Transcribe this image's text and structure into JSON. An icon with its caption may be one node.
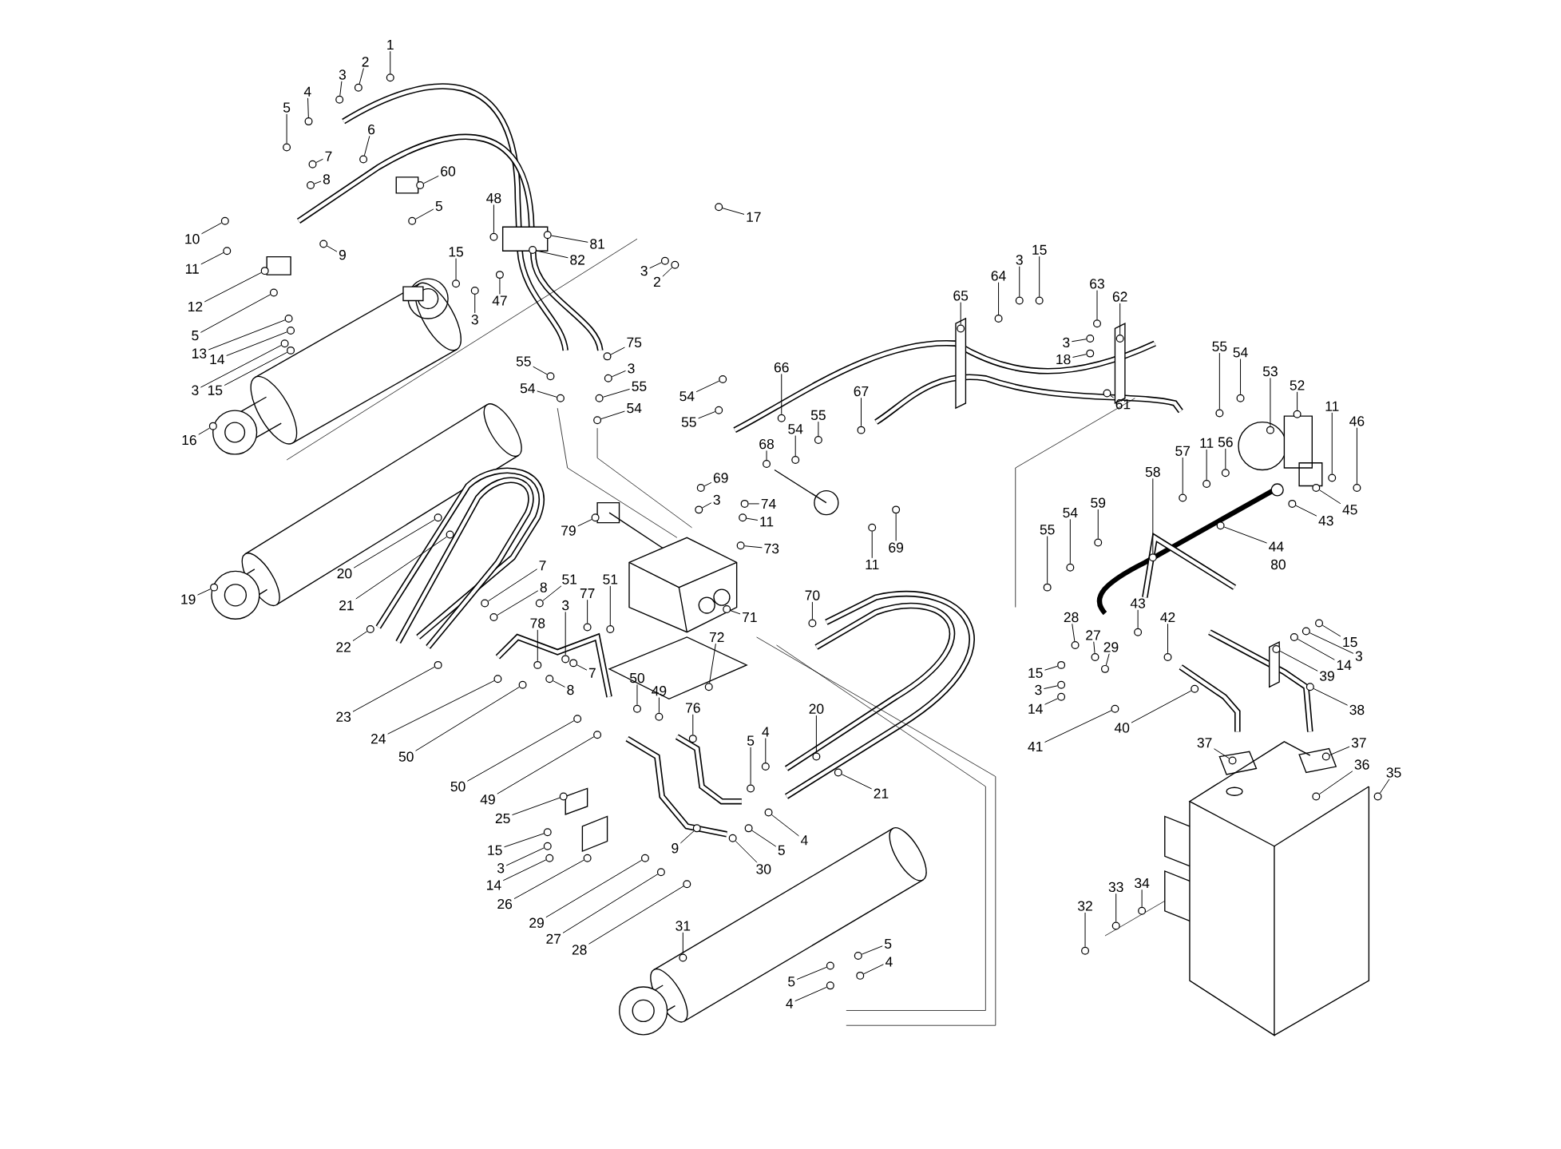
{
  "diagram": {
    "nodes": [
      {
        "text": [
          "1"
        ]
      },
      {
        "text": [
          "2"
        ]
      },
      {
        "text": [
          "3"
        ]
      },
      {
        "text": [
          "4"
        ]
      },
      {
        "text": [
          "5"
        ]
      },
      {
        "text": [
          "6"
        ]
      },
      {
        "text": [
          "7"
        ]
      },
      {
        "text": [
          "8"
        ]
      },
      {
        "text": [
          "60"
        ]
      },
      {
        "text": [
          "5"
        ]
      },
      {
        "text": [
          "10"
        ]
      },
      {
        "text": [
          "11"
        ]
      },
      {
        "text": [
          "9"
        ]
      },
      {
        "text": [
          "48"
        ]
      },
      {
        "text": [
          "81"
        ]
      },
      {
        "text": [
          "82"
        ]
      },
      {
        "text": [
          "17"
        ]
      },
      {
        "text": [
          "3"
        ]
      },
      {
        "text": [
          "2"
        ]
      },
      {
        "text": [
          "15"
        ]
      },
      {
        "text": [
          "47"
        ]
      },
      {
        "text": [
          "3"
        ]
      },
      {
        "text": [
          "12"
        ]
      },
      {
        "text": [
          "5"
        ]
      },
      {
        "text": [
          "13"
        ]
      },
      {
        "text": [
          "14"
        ]
      },
      {
        "text": [
          "3"
        ]
      },
      {
        "text": [
          "15"
        ]
      },
      {
        "text": [
          "16"
        ]
      },
      {
        "text": [
          "55"
        ]
      },
      {
        "text": [
          "54"
        ]
      },
      {
        "text": [
          "75"
        ]
      },
      {
        "text": [
          "3"
        ]
      },
      {
        "text": [
          "55"
        ]
      },
      {
        "text": [
          "54"
        ]
      },
      {
        "text": [
          "54"
        ]
      },
      {
        "text": [
          "55"
        ]
      },
      {
        "text": [
          "66"
        ]
      },
      {
        "text": [
          "67"
        ]
      },
      {
        "text": [
          "55"
        ]
      },
      {
        "text": [
          "54"
        ]
      },
      {
        "text": [
          "68"
        ]
      },
      {
        "text": [
          "69"
        ]
      },
      {
        "text": [
          "3"
        ]
      },
      {
        "text": [
          "74"
        ]
      },
      {
        "text": [
          "11"
        ]
      },
      {
        "text": [
          "73"
        ]
      },
      {
        "text": [
          "79"
        ]
      },
      {
        "text": [
          "11"
        ]
      },
      {
        "text": [
          "69"
        ]
      },
      {
        "text": [
          "70"
        ]
      },
      {
        "text": [
          "71"
        ]
      },
      {
        "text": [
          "72"
        ]
      },
      {
        "text": [
          "19"
        ]
      },
      {
        "text": [
          "20"
        ]
      },
      {
        "text": [
          "21"
        ]
      },
      {
        "text": [
          "22"
        ]
      },
      {
        "text": [
          "7"
        ]
      },
      {
        "text": [
          "8"
        ]
      },
      {
        "text": [
          "51"
        ]
      },
      {
        "text": [
          "51"
        ]
      },
      {
        "text": [
          "78"
        ]
      },
      {
        "text": [
          "3"
        ]
      },
      {
        "text": [
          "77"
        ]
      },
      {
        "text": [
          "23"
        ]
      },
      {
        "text": [
          "24"
        ]
      },
      {
        "text": [
          "50"
        ]
      },
      {
        "text": [
          "7"
        ]
      },
      {
        "text": [
          "8"
        ]
      },
      {
        "text": [
          "50"
        ]
      },
      {
        "text": [
          "49"
        ]
      },
      {
        "text": [
          "76"
        ]
      },
      {
        "text": [
          "50"
        ]
      },
      {
        "text": [
          "49"
        ]
      },
      {
        "text": [
          "25"
        ]
      },
      {
        "text": [
          "15"
        ]
      },
      {
        "text": [
          "3"
        ]
      },
      {
        "text": [
          "14"
        ]
      },
      {
        "text": [
          "26"
        ]
      },
      {
        "text": [
          "29"
        ]
      },
      {
        "text": [
          "27"
        ]
      },
      {
        "text": [
          "28"
        ]
      },
      {
        "text": [
          "5"
        ]
      },
      {
        "text": [
          "4"
        ]
      },
      {
        "text": [
          "20"
        ]
      },
      {
        "text": [
          "21"
        ]
      },
      {
        "text": [
          "4"
        ]
      },
      {
        "text": [
          "5"
        ]
      },
      {
        "text": [
          "9"
        ]
      },
      {
        "text": [
          "30"
        ]
      },
      {
        "text": [
          "31"
        ]
      },
      {
        "text": [
          "5"
        ]
      },
      {
        "text": [
          "4"
        ]
      },
      {
        "text": [
          "5"
        ]
      },
      {
        "text": [
          "4"
        ]
      },
      {
        "text": [
          "65"
        ]
      },
      {
        "text": [
          "64"
        ]
      },
      {
        "text": [
          "3"
        ]
      },
      {
        "text": [
          "15"
        ]
      },
      {
        "text": [
          "63"
        ]
      },
      {
        "text": [
          "62"
        ]
      },
      {
        "text": [
          "3"
        ]
      },
      {
        "text": [
          "18"
        ]
      },
      {
        "text": [
          "61"
        ]
      },
      {
        "text": [
          "55"
        ]
      },
      {
        "text": [
          "54"
        ]
      },
      {
        "text": [
          "53"
        ]
      },
      {
        "text": [
          "52"
        ]
      },
      {
        "text": [
          "11"
        ]
      },
      {
        "text": [
          "46"
        ]
      },
      {
        "text": [
          "57"
        ]
      },
      {
        "text": [
          "11"
        ]
      },
      {
        "text": [
          "56"
        ]
      },
      {
        "text": [
          "45"
        ]
      },
      {
        "text": [
          "43"
        ]
      },
      {
        "text": [
          "58"
        ]
      },
      {
        "text": [
          "44"
        ]
      },
      {
        "text": [
          "55"
        ]
      },
      {
        "text": [
          "54"
        ]
      },
      {
        "text": [
          "59"
        ]
      },
      {
        "text": [
          "28"
        ]
      },
      {
        "text": [
          "27"
        ]
      },
      {
        "text": [
          "29"
        ]
      },
      {
        "text": [
          "43"
        ]
      },
      {
        "text": [
          "42"
        ]
      },
      {
        "text": [
          "15"
        ]
      },
      {
        "text": [
          "3"
        ]
      },
      {
        "text": [
          "14"
        ]
      },
      {
        "text": [
          "39"
        ]
      },
      {
        "text": [
          "38"
        ]
      },
      {
        "text": [
          "15"
        ]
      },
      {
        "text": [
          "3"
        ]
      },
      {
        "text": [
          "14"
        ]
      },
      {
        "text": [
          "40"
        ]
      },
      {
        "text": [
          "41"
        ]
      },
      {
        "text": [
          "37"
        ]
      },
      {
        "text": [
          "37"
        ]
      },
      {
        "text": [
          "36"
        ]
      },
      {
        "text": [
          "35"
        ]
      },
      {
        "text": [
          "32"
        ]
      },
      {
        "text": [
          "33"
        ]
      },
      {
        "text": [
          "34"
        ]
      },
      {
        "text": [],
        "shape": "circle"
      },
      {
        "text": [],
        "shape": "circle"
      },
      {
        "text": [],
        "shape": "circle"
      },
      {
        "text": [],
        "shape": "circle"
      },
      {
        "text": [],
        "shape": "circle"
      },
      {
        "text": [],
        "shape": "circle"
      },
      {
        "text": [],
        "shape": "circle"
      },
      {
        "text": [],
        "shape": "circle"
      },
      {
        "text": [],
        "shape": "circle"
      },
      {
        "text": [],
        "shape": "circle"
      },
      {
        "text": [],
        "shape": "circle"
      },
      {
        "text": [],
        "shape": "circle"
      },
      {
        "text": [],
        "shape": "circle"
      },
      {
        "text": [],
        "shape": "circle"
      },
      {
        "text": [],
        "shape": "circle"
      },
      {
        "text": [],
        "shape": "circle"
      },
      {
        "text": [],
        "shape": "circle"
      },
      {
        "text": [],
        "shape": "circle"
      },
      {
        "text": [],
        "shape": "circle"
      },
      {
        "text": [],
        "shape": "circle"
      },
      {
        "text": [],
        "shape": "circle"
      },
      {
        "text": [],
        "shape": "circle"
      },
      {
        "text": [],
        "shape": "circle"
      },
      {
        "text": [],
        "shape": "circle"
      },
      {
        "text": [],
        "shape": "circle"
      },
      {
        "text": [],
        "shape": "circle"
      },
      {
        "text": [],
        "shape": "circle"
      },
      {
        "text": [],
        "shape": "circle"
      },
      {
        "text": [],
        "shape": "circle"
      },
      {
        "text": [],
        "shape": "circle"
      },
      {
        "text": [],
        "shape": "circle"
      },
      {
        "text": [],
        "shape": "circle"
      },
      {
        "text": [],
        "shape": "circle"
      },
      {
        "text": [],
        "shape": "circle"
      },
      {
        "text": [],
        "shape": "circle"
      },
      {
        "text": [],
        "shape": "circle"
      },
      {
        "text": [],
        "shape": "circle"
      },
      {
        "text": [],
        "shape": "circle"
      },
      {
        "text": [],
        "shape": "circle"
      },
      {
        "text": [],
        "shape": "circle"
      },
      {
        "text": [],
        "shape": "circle"
      },
      {
        "text": [],
        "shape": "circle"
      },
      {
        "text": [],
        "shape": "circle"
      },
      {
        "text": [],
        "shape": "circle"
      },
      {
        "text": [],
        "shape": "circle"
      },
      {
        "text": [],
        "shape": "circle"
      },
      {
        "text": [],
        "shape": "circle"
      },
      {
        "text": [],
        "shape": "circle"
      },
      {
        "text": [],
        "shape": "circle"
      },
      {
        "text": [],
        "shape": "circle"
      },
      {
        "text": [],
        "shape": "circle"
      },
      {
        "text": [],
        "shape": "circle"
      },
      {
        "text": [],
        "shape": "circle"
      },
      {
        "text": [],
        "shape": "circle"
      },
      {
        "text": [],
        "shape": "circle"
      },
      {
        "text": [],
        "shape": "circle"
      },
      {
        "text": [],
        "shape": "circle"
      },
      {
        "text": [],
        "shape": "circle"
      },
      {
        "text": [],
        "shape": "circle"
      },
      {
        "text": [],
        "shape": "circle"
      },
      {
        "text": [],
        "shape": "circle"
      },
      {
        "text": [],
        "shape": "circle"
      },
      {
        "text": [],
        "shape": "circle"
      },
      {
        "text": [],
        "shape": "circle"
      },
      {
        "text": [],
        "shape": "circle"
      },
      {
        "text": [],
        "shape": "circle"
      },
      {
        "text": [],
        "shape": "circle"
      },
      {
        "text": [],
        "shape": "circle"
      },
      {
        "text": [],
        "shape": "circle"
      },
      {
        "text": [],
        "shape": "circle"
      },
      {
        "text": [],
        "shape": "circle"
      },
      {
        "text": [],
        "shape": "circle"
      },
      {
        "text": [],
        "shape": "circle"
      },
      {
        "text": [],
        "shape": "circle"
      },
      {
        "text": [],
        "shape": "circle"
      },
      {
        "text": [],
        "shape": "circle"
      },
      {
        "text": [],
        "shape": "circle"
      },
      {
        "text": [],
        "shape": "circle"
      },
      {
        "text": [],
        "shape": "circle"
      },
      {
        "text": [],
        "shape": "circle"
      },
      {
        "text": [],
        "shape": "circle"
      },
      {
        "text": [],
        "shape": "circle"
      },
      {
        "text": [],
        "shape": "circle"
      },
      {
        "text": [],
        "shape": "circle"
      },
      {
        "text": [],
        "shape": "circle"
      },
      {
        "text": [],
        "shape": "circle"
      },
      {
        "text": [],
        "shape": "circle"
      },
      {
        "text": [],
        "shape": "circle"
      },
      {
        "text": [],
        "shape": "circle"
      },
      {
        "text": [],
        "shape": "circle"
      },
      {
        "text": [],
        "shape": "circle"
      },
      {
        "text": [],
        "shape": "circle"
      },
      {
        "text": [],
        "shape": "circle"
      },
      {
        "text": [],
        "shape": "circle"
      },
      {
        "text": [],
        "shape": "circle"
      },
      {
        "text": [],
        "shape": "circle"
      },
      {
        "text": [],
        "shape": "circle"
      },
      {
        "text": [],
        "shape": "circle"
      },
      {
        "text": [],
        "shape": "circle"
      },
      {
        "text": [],
        "shape": "circle"
      },
      {
        "text": [],
        "shape": "circle"
      },
      {
        "text": [],
        "shape": "circle"
      },
      {
        "text": [],
        "shape": "circle"
      },
      {
        "text": [],
        "shape": "circle"
      },
      {
        "text": [],
        "shape": "circle"
      },
      {
        "text": [],
        "shape": "circle"
      },
      {
        "text": [],
        "shape": "circle"
      },
      {
        "text": [],
        "shape": "circle"
      },
      {
        "text": [],
        "shape": "circle"
      },
      {
        "text": [],
        "shape": "circle"
      },
      {
        "text": [],
        "shape": "circle"
      },
      {
        "text": [],
        "shape": "circle"
      },
      {
        "text": [],
        "shape": "circle"
      },
      {
        "text": [],
        "shape": "circle"
      },
      {
        "text": [],
        "shape": "circle"
      },
      {
        "text": [],
        "shape": "circle"
      },
      {
        "text": [],
        "shape": "circle"
      },
      {
        "text": [],
        "shape": "circle"
      },
      {
        "text": [],
        "shape": "circle"
      },
      {
        "text": [],
        "shape": "circle"
      },
      {
        "text": [],
        "shape": "circle"
      },
      {
        "text": [],
        "shape": "circle"
      },
      {
        "text": [],
        "shape": "circle"
      },
      {
        "text": [],
        "shape": "circle"
      },
      {
        "text": [],
        "shape": "circle"
      },
      {
        "text": [],
        "shape": "circle"
      },
      {
        "text": [],
        "shape": "circle"
      },
      {
        "text": [],
        "shape": "circle"
      },
      {
        "text": [],
        "shape": "circle"
      },
      {
        "text": [],
        "shape": "circle"
      },
      {
        "text": [],
        "shape": "circle"
      },
      {
        "text": [],
        "shape": "circle"
      },
      {
        "text": [],
        "shape": "circle"
      },
      {
        "text": [],
        "shape": "circle"
      },
      {
        "text": [],
        "shape": "circle"
      },
      {
        "text": [],
        "shape": "circle"
      },
      {
        "text": [],
        "shape": "circle"
      },
      {
        "text": [],
        "shape": "circle"
      },
      {
        "text": [],
        "shape": "circle"
      },
      {
        "text": [],
        "shape": "circle"
      },
      {
        "text": [],
        "shape": "circle"
      },
      {
        "text": [],
        "shape": "circle"
      }
    ],
    "edges": [
      {
        "from": 0,
        "to": 142,
        "arrow": "none"
      },
      {
        "from": 1,
        "to": 143,
        "arrow": "none"
      },
      {
        "from": 2,
        "to": 144,
        "arrow": "none"
      },
      {
        "from": 3,
        "to": 145,
        "arrow": "none"
      },
      {
        "from": 4,
        "to": 146,
        "arrow": "none"
      },
      {
        "from": 5,
        "to": 147,
        "arrow": "none"
      },
      {
        "from": 6,
        "to": 148,
        "arrow": "none"
      },
      {
        "from": 7,
        "to": 149,
        "arrow": "none"
      },
      {
        "from": 8,
        "to": 150,
        "arrow": "none"
      },
      {
        "from": 9,
        "to": 151,
        "arrow": "none"
      },
      {
        "from": 10,
        "to": 152,
        "arrow": "none"
      },
      {
        "from": 11,
        "to": 153,
        "arrow": "none"
      },
      {
        "from": 12,
        "to": 154,
        "arrow": "none"
      },
      {
        "from": 13,
        "to": 155,
        "arrow": "none"
      },
      {
        "from": 14,
        "to": 156,
        "arrow": "none"
      },
      {
        "from": 15,
        "to": 157,
        "arrow": "none"
      },
      {
        "from": 16,
        "to": 158,
        "arrow": "none"
      },
      {
        "from": 17,
        "to": 159,
        "arrow": "none"
      },
      {
        "from": 18,
        "to": 160,
        "arrow": "none"
      },
      {
        "from": 19,
        "to": 161,
        "arrow": "none"
      },
      {
        "from": 20,
        "to": 162,
        "arrow": "none"
      },
      {
        "from": 21,
        "to": 163,
        "arrow": "none"
      },
      {
        "from": 22,
        "to": 164,
        "arrow": "none"
      },
      {
        "from": 23,
        "to": 165,
        "arrow": "none"
      },
      {
        "from": 24,
        "to": 166,
        "arrow": "none"
      },
      {
        "from": 25,
        "to": 167,
        "arrow": "none"
      },
      {
        "from": 26,
        "to": 168,
        "arrow": "none"
      },
      {
        "from": 27,
        "to": 169,
        "arrow": "none"
      },
      {
        "from": 28,
        "to": 170,
        "arrow": "none"
      },
      {
        "from": 29,
        "to": 171,
        "arrow": "none"
      },
      {
        "from": 30,
        "to": 172,
        "arrow": "none"
      },
      {
        "from": 31,
        "to": 173,
        "arrow": "none"
      },
      {
        "from": 32,
        "to": 174,
        "arrow": "none"
      },
      {
        "from": 33,
        "to": 175,
        "arrow": "none"
      },
      {
        "from": 34,
        "to": 176,
        "arrow": "none"
      },
      {
        "from": 35,
        "to": 177,
        "arrow": "none"
      },
      {
        "from": 36,
        "to": 178,
        "arrow": "none"
      },
      {
        "from": 37,
        "to": 179,
        "arrow": "none"
      },
      {
        "from": 38,
        "to": 180,
        "arrow": "none"
      },
      {
        "from": 39,
        "to": 181,
        "arrow": "none"
      },
      {
        "from": 40,
        "to": 182,
        "arrow": "none"
      },
      {
        "from": 41,
        "to": 183,
        "arrow": "none"
      },
      {
        "from": 42,
        "to": 184,
        "arrow": "none"
      },
      {
        "from": 43,
        "to": 185,
        "arrow": "none"
      },
      {
        "from": 44,
        "to": 186,
        "arrow": "none"
      },
      {
        "from": 45,
        "to": 187,
        "arrow": "none"
      },
      {
        "from": 46,
        "to": 188,
        "arrow": "none"
      },
      {
        "from": 47,
        "to": 189,
        "arrow": "none"
      },
      {
        "from": 48,
        "to": 190,
        "arrow": "none"
      },
      {
        "from": 49,
        "to": 191,
        "arrow": "none"
      },
      {
        "from": 50,
        "to": 192,
        "arrow": "none"
      },
      {
        "from": 51,
        "to": 193,
        "arrow": "none"
      },
      {
        "from": 52,
        "to": 194,
        "arrow": "none"
      },
      {
        "from": 53,
        "to": 195,
        "arrow": "none"
      },
      {
        "from": 54,
        "to": 196,
        "arrow": "none"
      },
      {
        "from": 55,
        "to": 197,
        "arrow": "none"
      },
      {
        "from": 56,
        "to": 198,
        "arrow": "none"
      },
      {
        "from": 57,
        "to": 199,
        "arrow": "none"
      },
      {
        "from": 58,
        "to": 200,
        "arrow": "none"
      },
      {
        "from": 59,
        "to": 201,
        "arrow": "none"
      },
      {
        "from": 60,
        "to": 202,
        "arrow": "none"
      },
      {
        "from": 61,
        "to": 203,
        "arrow": "none"
      },
      {
        "from": 62,
        "to": 204,
        "arrow": "none"
      },
      {
        "from": 63,
        "to": 205,
        "arrow": "none"
      },
      {
        "from": 64,
        "to": 206,
        "arrow": "none"
      },
      {
        "from": 65,
        "to": 207,
        "arrow": "none"
      },
      {
        "from": 66,
        "to": 208,
        "arrow": "none"
      },
      {
        "from": 67,
        "to": 209,
        "arrow": "none"
      },
      {
        "from": 68,
        "to": 210,
        "arrow": "none"
      },
      {
        "from": 69,
        "to": 211,
        "arrow": "none"
      },
      {
        "from": 70,
        "to": 212,
        "arrow": "none"
      },
      {
        "from": 71,
        "to": 213,
        "arrow": "none"
      },
      {
        "from": 72,
        "to": 214,
        "arrow": "none"
      },
      {
        "from": 73,
        "to": 215,
        "arrow": "none"
      },
      {
        "from": 74,
        "to": 216,
        "arrow": "none"
      },
      {
        "from": 75,
        "to": 217,
        "arrow": "none"
      },
      {
        "from": 76,
        "to": 218,
        "arrow": "none"
      },
      {
        "from": 77,
        "to": 219,
        "arrow": "none"
      },
      {
        "from": 78,
        "to": 220,
        "arrow": "none"
      },
      {
        "from": 79,
        "to": 221,
        "arrow": "none"
      },
      {
        "from": 80,
        "to": 222,
        "arrow": "none"
      },
      {
        "from": 81,
        "to": 223,
        "arrow": "none"
      },
      {
        "from": 82,
        "to": 224,
        "arrow": "none"
      },
      {
        "from": 83,
        "to": 225,
        "arrow": "none"
      },
      {
        "from": 84,
        "to": 226,
        "arrow": "none"
      },
      {
        "from": 85,
        "to": 227,
        "arrow": "none"
      },
      {
        "from": 86,
        "to": 228,
        "arrow": "none"
      },
      {
        "from": 87,
        "to": 229,
        "arrow": "none"
      },
      {
        "from": 88,
        "to": 230,
        "arrow": "none"
      },
      {
        "from": 89,
        "to": 231,
        "arrow": "none"
      },
      {
        "from": 90,
        "to": 232,
        "arrow": "none"
      },
      {
        "from": 91,
        "to": 233,
        "arrow": "none"
      },
      {
        "from": 92,
        "to": 234,
        "arrow": "none"
      },
      {
        "from": 93,
        "to": 235,
        "arrow": "none"
      },
      {
        "from": 94,
        "to": 236,
        "arrow": "none"
      },
      {
        "from": 95,
        "to": 237,
        "arrow": "none"
      },
      {
        "from": 96,
        "to": 238,
        "arrow": "none"
      },
      {
        "from": 97,
        "to": 239,
        "arrow": "none"
      },
      {
        "from": 98,
        "to": 240,
        "arrow": "none"
      },
      {
        "from": 99,
        "to": 241,
        "arrow": "none"
      },
      {
        "from": 100,
        "to": 242,
        "arrow": "none"
      },
      {
        "from": 101,
        "to": 243,
        "arrow": "none"
      },
      {
        "from": 102,
        "to": 244,
        "arrow": "none"
      },
      {
        "from": 103,
        "to": 245,
        "arrow": "none"
      },
      {
        "from": 104,
        "to": 246,
        "arrow": "none"
      },
      {
        "from": 105,
        "to": 247,
        "arrow": "none"
      },
      {
        "from": 106,
        "to": 248,
        "arrow": "none"
      },
      {
        "from": 107,
        "to": 249,
        "arrow": "none"
      },
      {
        "from": 108,
        "to": 250,
        "arrow": "none"
      },
      {
        "from": 109,
        "to": 251,
        "arrow": "none"
      },
      {
        "from": 110,
        "to": 252,
        "arrow": "none"
      },
      {
        "from": 111,
        "to": 253,
        "arrow": "none"
      },
      {
        "from": 112,
        "to": 254,
        "arrow": "none"
      },
      {
        "from": 113,
        "to": 255,
        "arrow": "none"
      },
      {
        "from": 114,
        "to": 256,
        "arrow": "none"
      },
      {
        "from": 115,
        "to": 257,
        "arrow": "none"
      },
      {
        "from": 116,
        "to": 258,
        "arrow": "none"
      },
      {
        "from": 117,
        "to": 259,
        "arrow": "none"
      },
      {
        "from": 118,
        "to": 260,
        "arrow": "none"
      },
      {
        "from": 119,
        "to": 261,
        "arrow": "none"
      },
      {
        "from": 120,
        "to": 262,
        "arrow": "none"
      },
      {
        "from": 121,
        "to": 263,
        "arrow": "none"
      },
      {
        "from": 122,
        "to": 264,
        "arrow": "none"
      },
      {
        "from": 123,
        "to": 265,
        "arrow": "none"
      },
      {
        "from": 124,
        "to": 266,
        "arrow": "none"
      },
      {
        "from": 125,
        "to": 267,
        "arrow": "none"
      },
      {
        "from": 126,
        "to": 268,
        "arrow": "none"
      },
      {
        "from": 127,
        "to": 269,
        "arrow": "none"
      },
      {
        "from": 128,
        "to": 270,
        "arrow": "none"
      },
      {
        "from": 129,
        "to": 271,
        "arrow": "none"
      },
      {
        "from": 130,
        "to": 272,
        "arrow": "none"
      },
      {
        "from": 131,
        "to": 273,
        "arrow": "none"
      },
      {
        "from": 132,
        "to": 274,
        "arrow": "none"
      },
      {
        "from": 133,
        "to": 275,
        "arrow": "none"
      },
      {
        "from": 134,
        "to": 276,
        "arrow": "none"
      },
      {
        "from": 135,
        "to": 277,
        "arrow": "none"
      },
      {
        "from": 136,
        "to": 278,
        "arrow": "none"
      },
      {
        "from": 137,
        "to": 279,
        "arrow": "none"
      },
      {
        "from": 138,
        "to": 280,
        "arrow": "none"
      },
      {
        "from": 139,
        "to": 281,
        "arrow": "none"
      },
      {
        "from": 140,
        "to": 282,
        "arrow": "none"
      },
      {
        "from": 141,
        "to": 283,
        "arrow": "none"
      }
    ],
    "labels": [
      "80"
    ]
  }
}
